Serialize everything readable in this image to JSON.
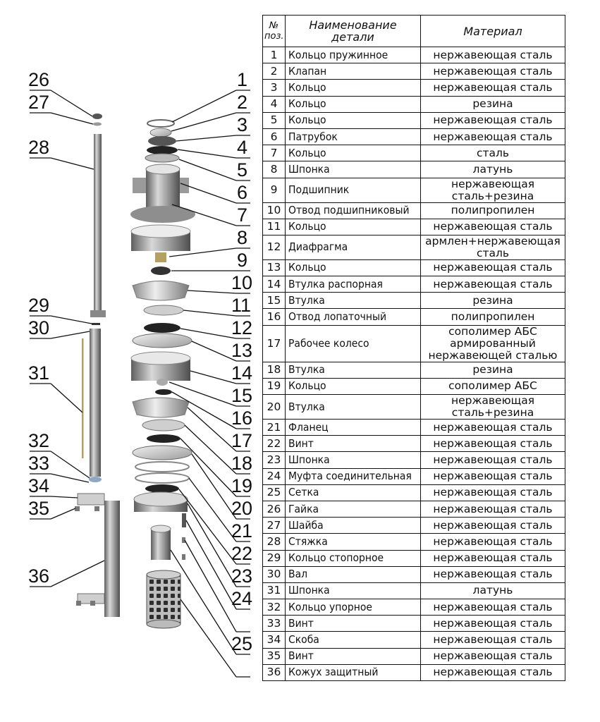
{
  "table": {
    "header_no_line1": "№",
    "header_no_line2": "поз.",
    "header_name": "Наименование детали",
    "header_material": "Материал",
    "rows": [
      {
        "no": "1",
        "name": "Кольцо пружинное",
        "material": "нержавеющая сталь"
      },
      {
        "no": "2",
        "name": "Клапан",
        "material": "нержавеющая сталь"
      },
      {
        "no": "3",
        "name": "Кольцо",
        "material": "нержавеющая сталь"
      },
      {
        "no": "4",
        "name": "Кольцо",
        "material": "резина"
      },
      {
        "no": "5",
        "name": "Кольцо",
        "material": "нержавеющая сталь"
      },
      {
        "no": "6",
        "name": "Патрубок",
        "material": "нержавеющая сталь"
      },
      {
        "no": "7",
        "name": "Кольцо",
        "material": "сталь"
      },
      {
        "no": "8",
        "name": "Шпонка",
        "material": "латунь"
      },
      {
        "no": "9",
        "name": "Подшипник",
        "material": "нержавеющая сталь+резина"
      },
      {
        "no": "10",
        "name": "Отвод подшипниковый",
        "material": "полипропилен"
      },
      {
        "no": "11",
        "name": "Кольцо",
        "material": "нержавеющая сталь"
      },
      {
        "no": "12",
        "name": "Диафрагма",
        "material": "армлен+нержавеющая сталь"
      },
      {
        "no": "13",
        "name": "Кольцо",
        "material": "нержавеющая сталь"
      },
      {
        "no": "14",
        "name": "Втулка распорная",
        "material": "нержавеющая сталь"
      },
      {
        "no": "15",
        "name": "Втулка",
        "material": "резина"
      },
      {
        "no": "16",
        "name": "Отвод лопаточный",
        "material": "полипропилен"
      },
      {
        "no": "17",
        "name": "Рабочее колесо",
        "material": "сополимер АБС армированный нержавеющей сталью"
      },
      {
        "no": "18",
        "name": "Втулка",
        "material": "резина"
      },
      {
        "no": "19",
        "name": "Кольцо",
        "material": "сополимер АБС"
      },
      {
        "no": "20",
        "name": "Втулка",
        "material": "нержавеющая сталь+резина"
      },
      {
        "no": "21",
        "name": "Фланец",
        "material": "нержавеющая сталь"
      },
      {
        "no": "22",
        "name": "Винт",
        "material": "нержавеющая сталь"
      },
      {
        "no": "23",
        "name": "Шпонка",
        "material": "нержавеющая сталь"
      },
      {
        "no": "24",
        "name": "Муфта соединительная",
        "material": "нержавеющая сталь"
      },
      {
        "no": "25",
        "name": "Сетка",
        "material": "нержавеющая сталь"
      },
      {
        "no": "26",
        "name": "Гайка",
        "material": "нержавеющая сталь"
      },
      {
        "no": "27",
        "name": "Шайба",
        "material": "нержавеющая сталь"
      },
      {
        "no": "28",
        "name": "Стяжка",
        "material": "нержавеющая сталь"
      },
      {
        "no": "29",
        "name": "Кольцо стопорное",
        "material": "нержавеющая сталь"
      },
      {
        "no": "30",
        "name": "Вал",
        "material": "нержавеющая сталь"
      },
      {
        "no": "31",
        "name": "Шпонка",
        "material": "латунь"
      },
      {
        "no": "32",
        "name": "Кольцо упорное",
        "material": "нержавеющая сталь"
      },
      {
        "no": "33",
        "name": "Винт",
        "material": "нержавеющая сталь"
      },
      {
        "no": "34",
        "name": "Скоба",
        "material": "нержавеющая сталь"
      },
      {
        "no": "35",
        "name": "Винт",
        "material": "нержавеющая сталь"
      },
      {
        "no": "36",
        "name": "Кожух защитный",
        "material": "нержавеющая сталь"
      }
    ]
  },
  "callouts": [
    "1",
    "2",
    "3",
    "4",
    "5",
    "6",
    "7",
    "8",
    "9",
    "10",
    "11",
    "12",
    "13",
    "14",
    "15",
    "16",
    "17",
    "18",
    "19",
    "20",
    "21",
    "22",
    "23",
    "24",
    "25",
    "26",
    "27",
    "28",
    "29",
    "30",
    "31",
    "32",
    "33",
    "34",
    "35",
    "36"
  ],
  "colors": {
    "steel_dark": "#6e6e6e",
    "steel_mid": "#a8a8a8",
    "steel_light": "#dcdcdc",
    "rubber": "#2a2a2a",
    "brass": "#b4a060",
    "line": "#111111"
  }
}
